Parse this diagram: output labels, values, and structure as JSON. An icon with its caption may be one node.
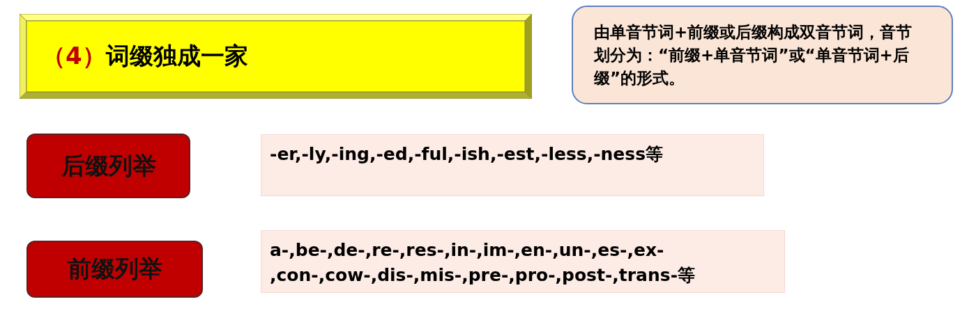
{
  "diagram": {
    "nodes": [
      {
        "text": [
          "（4）",
          "词缀独成一家"
        ]
      },
      {
        "text": [
          "由单音节词+前缀或后缀构成双音节词，音节划分为：“前缀+单音节词”或“单音节词+后缀”的形式。"
        ]
      },
      {
        "text": [
          "后缀列举"
        ]
      },
      {
        "text": [
          "-er,-ly,-ing,-ed,-ful,-ish,-est,-less,-ness等"
        ]
      },
      {
        "text": [
          "前缀列举"
        ]
      },
      {
        "text": [
          "a-,be-,de-,re-,res-,in-,im-,en-,un-,es-,ex- ,con-,cow-,dis-,mis-,pre-,pro-,post-,trans-等"
        ]
      }
    ]
  }
}
